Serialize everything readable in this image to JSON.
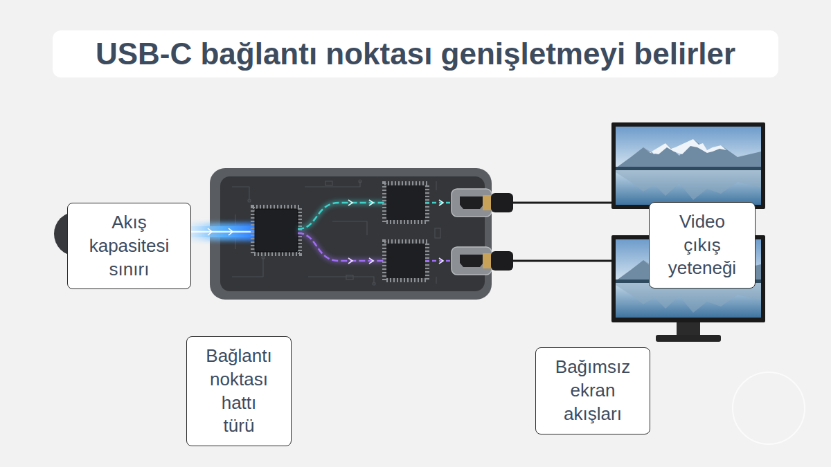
{
  "diagram": {
    "title": "USB-C bağlantı noktası genişletmeyi belirler",
    "nodes": [
      {
        "text": [
          "Akış kapasitesi sınırı"
        ]
      },
      {
        "text": [
          "Video çıkış yeteneği"
        ]
      },
      {
        "text": [
          "Bağlantı noktası hattı türü"
        ]
      },
      {
        "text": [
          "Bağımsız ekran akışları"
        ]
      }
    ]
  }
}
